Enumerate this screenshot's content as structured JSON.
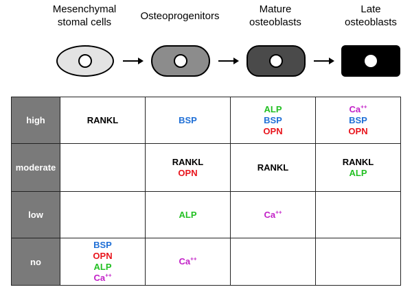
{
  "stages": [
    {
      "label": "Mesenchymal\nstomal cells",
      "fill": "#e3e3e3"
    },
    {
      "label": "Osteoprogenitors",
      "fill": "#8c8c8c"
    },
    {
      "label": "Mature\nosteoblasts",
      "fill": "#4a4a4a"
    },
    {
      "label": "Late\nosteoblasts",
      "fill": "#000000"
    }
  ],
  "colors": {
    "RANKL": "#000000",
    "BSP": "#1f6fd6",
    "OPN": "#e8141c",
    "ALP": "#22c022",
    "Ca": "#c21fc7"
  },
  "rows": [
    {
      "label": "high",
      "cells": [
        [
          "RANKL"
        ],
        [
          "BSP"
        ],
        [
          "ALP",
          "BSP",
          "OPN"
        ],
        [
          "Ca++",
          "BSP",
          "OPN"
        ]
      ]
    },
    {
      "label": "moderate",
      "cells": [
        [],
        [
          "RANKL",
          "OPN"
        ],
        [
          "RANKL"
        ],
        [
          "RANKL",
          "ALP"
        ]
      ]
    },
    {
      "label": "low",
      "cells": [
        [],
        [
          "ALP"
        ],
        [
          "Ca++"
        ],
        []
      ]
    },
    {
      "label": "no",
      "cells": [
        [
          "BSP",
          "OPN",
          "ALP",
          "Ca++"
        ],
        [
          "Ca++"
        ],
        [],
        []
      ]
    }
  ]
}
